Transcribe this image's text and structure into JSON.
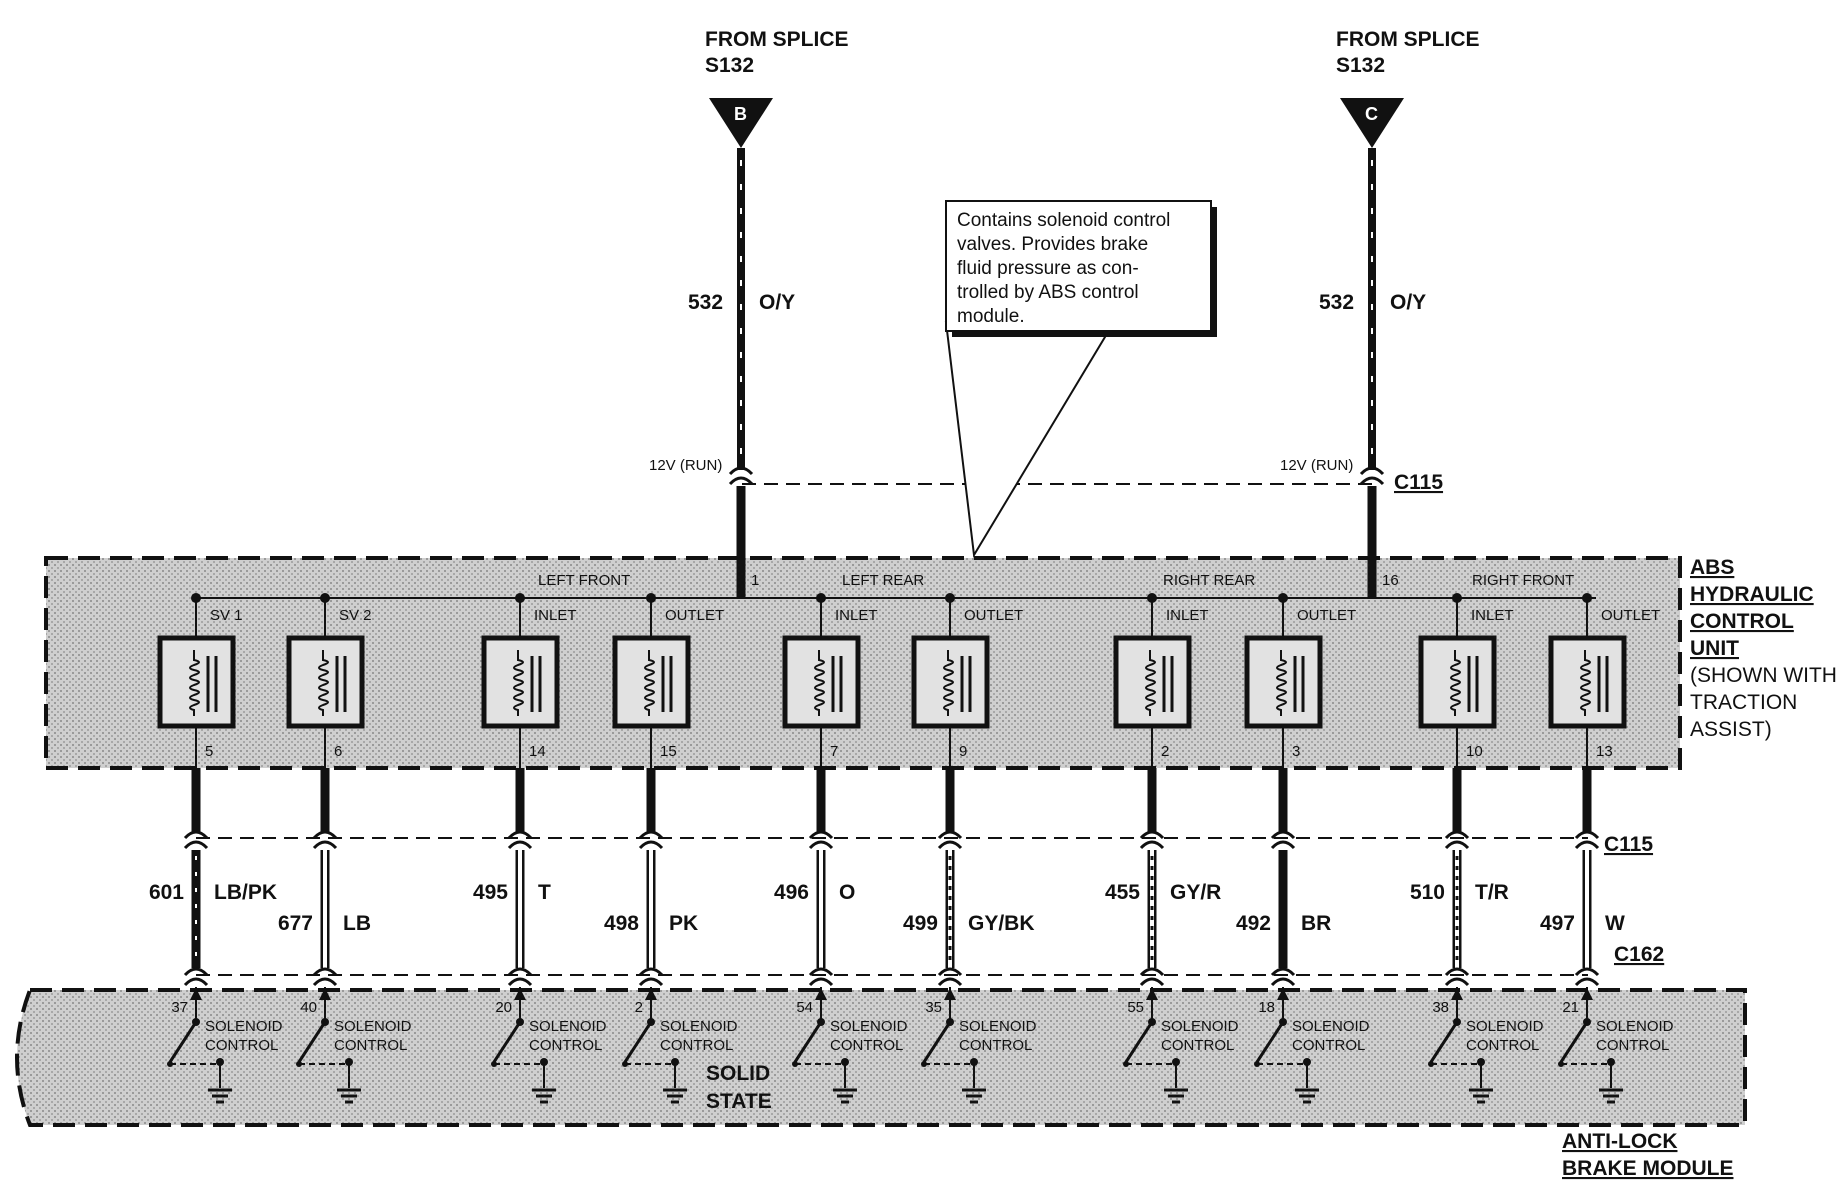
{
  "feeds": [
    {
      "id": "B",
      "from_text": "FROM SPLICE",
      "splice": "S132",
      "letter": "B",
      "circuit": "532",
      "color": "O/Y",
      "voltage": "12V (RUN)",
      "pin": "1"
    },
    {
      "id": "C",
      "from_text": "FROM SPLICE",
      "splice": "S132",
      "letter": "C",
      "circuit": "532",
      "color": "O/Y",
      "voltage": "12V (RUN)",
      "pin": "16"
    }
  ],
  "callout": {
    "lines": [
      "Contains solenoid control",
      "valves.  Provides brake",
      "fluid  pressure as con-",
      "trolled by ABS control",
      "module."
    ]
  },
  "connectors": {
    "top": "C115",
    "middle": "C115",
    "bottom": "C162"
  },
  "hcu": {
    "label_lines": [
      "ABS",
      "HYDRAULIC",
      "CONTROL",
      "UNIT"
    ],
    "note_lines": [
      "(SHOWN WITH",
      "TRACTION",
      "ASSIST)"
    ],
    "groups": [
      "LEFT FRONT",
      "LEFT REAR",
      "RIGHT REAR",
      "RIGHT FRONT"
    ],
    "valves": [
      {
        "name": "SV 1",
        "hcu_pin": "5",
        "circuit": "601",
        "color": "LB/PK",
        "module_pin": "37"
      },
      {
        "name": "SV 2",
        "hcu_pin": "6",
        "circuit": "677",
        "color": "LB",
        "module_pin": "40"
      },
      {
        "name": "INLET",
        "hcu_pin": "14",
        "circuit": "495",
        "color": "T",
        "module_pin": "20"
      },
      {
        "name": "OUTLET",
        "hcu_pin": "15",
        "circuit": "498",
        "color": "PK",
        "module_pin": "2"
      },
      {
        "name": "INLET",
        "hcu_pin": "7",
        "circuit": "496",
        "color": "O",
        "module_pin": "54"
      },
      {
        "name": "OUTLET",
        "hcu_pin": "9",
        "circuit": "499",
        "color": "GY/BK",
        "module_pin": "35"
      },
      {
        "name": "INLET",
        "hcu_pin": "2",
        "circuit": "455",
        "color": "GY/R",
        "module_pin": "55"
      },
      {
        "name": "OUTLET",
        "hcu_pin": "3",
        "circuit": "492",
        "color": "BR",
        "module_pin": "18"
      },
      {
        "name": "INLET",
        "hcu_pin": "10",
        "circuit": "510",
        "color": "T/R",
        "module_pin": "38"
      },
      {
        "name": "OUTLET",
        "hcu_pin": "13",
        "circuit": "497",
        "color": "W",
        "module_pin": "21"
      }
    ]
  },
  "module": {
    "switch_label_line1": "SOLENOID",
    "switch_label_line2": "CONTROL",
    "state_lines": [
      "SOLID",
      "STATE"
    ],
    "label_lines": [
      "ANTI-LOCK",
      "BRAKE MODULE"
    ]
  },
  "colors": {
    "ink": "#111111",
    "fill": "#c8c8c8",
    "box_fill": "#d6d6d6",
    "paper": "#ffffff"
  }
}
